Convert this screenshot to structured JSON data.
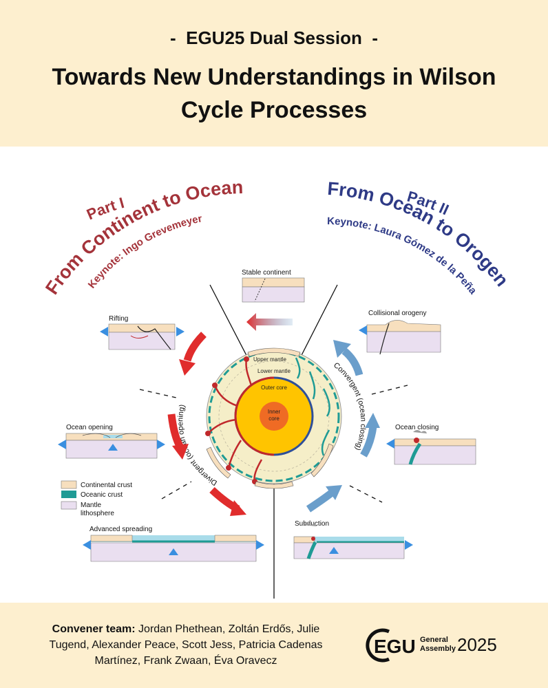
{
  "header": {
    "session": "-  EGU25 Dual Session  -",
    "title": "Towards New Understandings in Wilson Cycle Processes"
  },
  "part1": {
    "label": "Part I",
    "title": "From Continent to Ocean",
    "keynote": "Keynote: Ingo Grevemeyer",
    "color": "#a4333a"
  },
  "part2": {
    "label": "Part II",
    "title": "From Ocean to Orogen",
    "keynote": "Keynote: Laura Gómez de la Peña",
    "color": "#2e3a86"
  },
  "diagram": {
    "stages": {
      "stable": "Stable continent",
      "rifting": "Rifting",
      "ocean_opening": "Ocean opening",
      "advanced_spreading": "Advanced spreading",
      "subduction": "Subduction",
      "ocean_closing": "Ocean closing",
      "collisional": "Collisional orogeny"
    },
    "earth": {
      "upper_mantle": "Upper mantle",
      "lower_mantle": "Lower mantle",
      "outer_core": "Outer core",
      "inner_core_line1": "Inner",
      "inner_core_line2": "core"
    },
    "divergent": "Divergent (ocean opening)",
    "convergent": "Convergent (ocean closing)",
    "colors": {
      "continental": "#f7dfbe",
      "oceanic": "#1f9b95",
      "mantle": "#eadff0",
      "red_arrow": "#e02c2c",
      "blue_arrow": "#6a9ecb"
    }
  },
  "legend": {
    "continental": "Continental crust",
    "oceanic": "Oceanic crust",
    "mantle_line1": "Mantle",
    "mantle_line2": "lithosphere"
  },
  "footer": {
    "convener_label": "Convener team:",
    "conveners": " Jordan Phethean, Zoltán Erdős, Julie Tugend, Alexander Peace, Scott Jess, Patricia Cadenas Martínez, Frank Zwaan, Éva Oravecz",
    "logo_letters": "EGU",
    "logo_line1": "General",
    "logo_line2": "Assembly",
    "logo_year": "2025"
  }
}
